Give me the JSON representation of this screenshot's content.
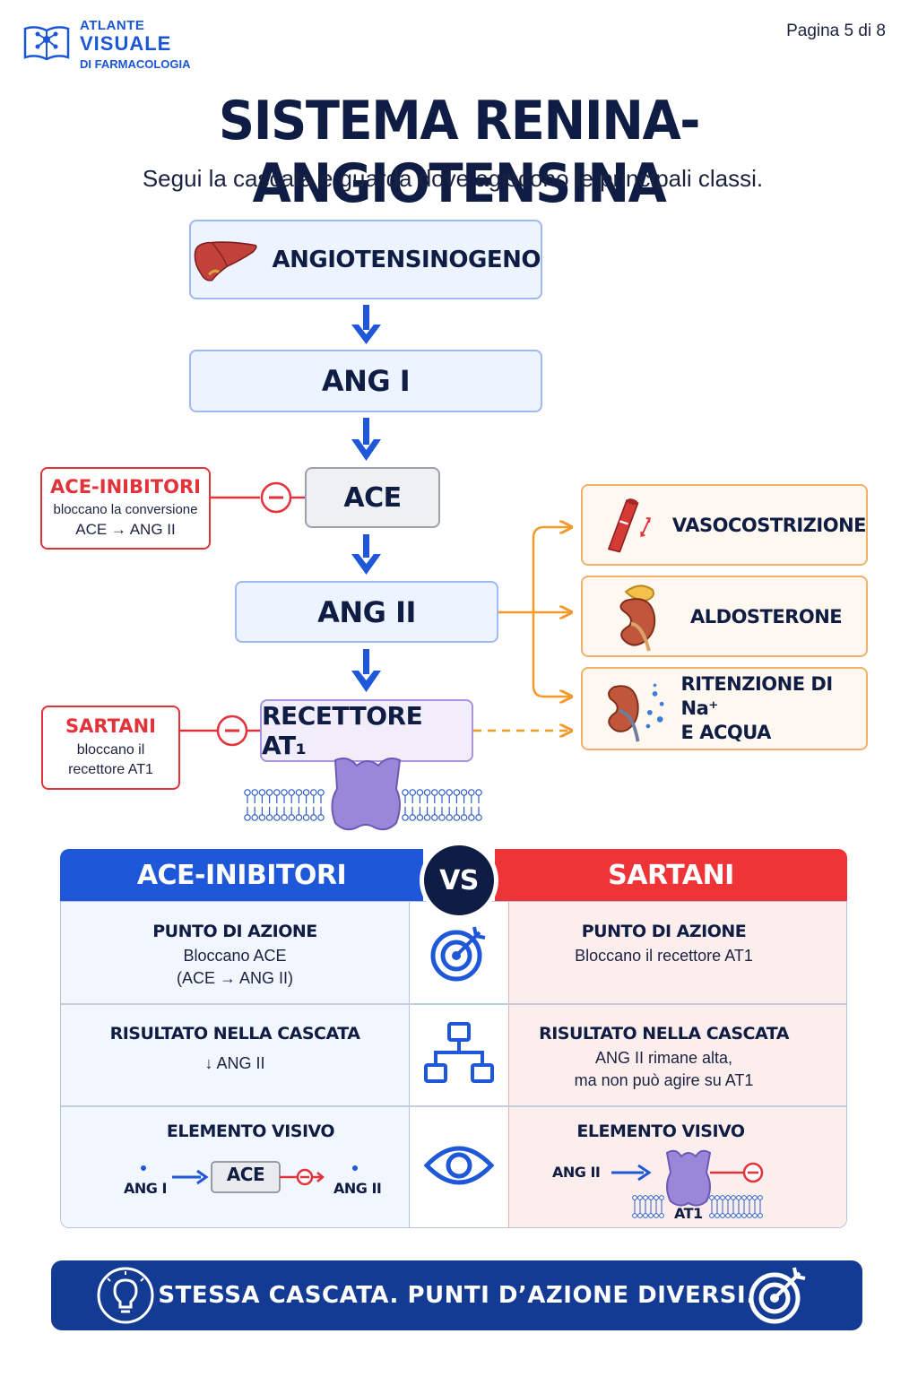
{
  "header": {
    "logo_line1": "ATLANTE",
    "logo_line2": "VISUALE",
    "logo_line3": "DI FARMACOLOGIA",
    "page": "Pagina 5 di 8"
  },
  "title": "SISTEMA RENINA-ANGIOTENSINA",
  "subtitle": "Segui la cascata e guarda dove agiscono le principali classi.",
  "cascade": {
    "angiotensinogen": "ANGIOTENSINOGENO",
    "ang1": "ANG I",
    "ace": "ACE",
    "ang2": "ANG II",
    "receptor": "RECETTORE AT₁"
  },
  "inhibitors": {
    "ace_title": "ACE-INIBITORI",
    "ace_text_1": "bloccano la conversione",
    "ace_text_2": "ACE → ANG II",
    "sartan_title": "SARTANI",
    "sartan_text_1": "bloccano il",
    "sartan_text_2": "recettore AT1"
  },
  "effects": {
    "vaso": "VASOCOSTRIZIONE",
    "aldo": "ALDOSTERONE",
    "reten_1": "RITENZIONE DI Na⁺",
    "reten_2": "E ACQUA"
  },
  "comparison": {
    "left_header": "ACE-INIBITORI",
    "vs": "VS",
    "right_header": "SARTANI",
    "rows": [
      {
        "left_title": "PUNTO DI AZIONE",
        "left_text_1": "Bloccano ACE",
        "left_text_2": "(ACE → ANG II)",
        "right_title": "PUNTO DI AZIONE",
        "right_text_1": "Bloccano il recettore AT1",
        "right_text_2": ""
      },
      {
        "left_title": "RISULTATO NELLA CASCATA",
        "left_text_1": "↓ ANG II",
        "left_text_2": "",
        "right_title": "RISULTATO NELLA CASCATA",
        "right_text_1": "ANG II rimane alta,",
        "right_text_2": "ma non può agire su AT1"
      },
      {
        "left_title": "ELEMENTO VISIVO",
        "right_title": "ELEMENTO VISIVO"
      }
    ],
    "visual_left": {
      "ang1": "ANG I",
      "ace": "ACE",
      "ang2": "ANG II"
    },
    "visual_right": {
      "ang2": "ANG II",
      "at1": "AT1"
    }
  },
  "footer": "STESSA CASCATA. PUNTI D’AZIONE DIVERSI.",
  "colors": {
    "navy": "#0f1d44",
    "blue": "#1f57d9",
    "red": "#e2323a",
    "orange": "#f39a2d",
    "purple": "#9b87d8",
    "footer": "#143b94"
  }
}
